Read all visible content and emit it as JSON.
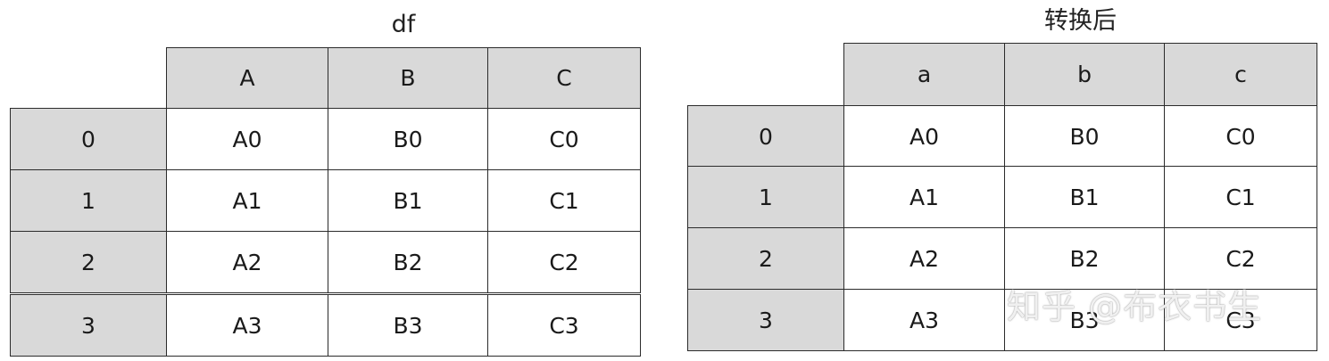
{
  "left_table": {
    "title": "df",
    "columns": [
      "A",
      "B",
      "C"
    ],
    "index": [
      "0",
      "1",
      "2",
      "3"
    ],
    "rows": [
      [
        "A0",
        "B0",
        "C0"
      ],
      [
        "A1",
        "B1",
        "C1"
      ],
      [
        "A2",
        "B2",
        "C2"
      ],
      [
        "A3",
        "B3",
        "C3"
      ]
    ]
  },
  "right_table": {
    "title": "转换后",
    "columns": [
      "a",
      "b",
      "c"
    ],
    "index": [
      "0",
      "1",
      "2",
      "3"
    ],
    "rows": [
      [
        "A0",
        "B0",
        "C0"
      ],
      [
        "A1",
        "B1",
        "C1"
      ],
      [
        "A2",
        "B2",
        "C2"
      ],
      [
        "A3",
        "B3",
        "C3"
      ]
    ]
  },
  "watermark": "知乎 @布衣书生",
  "colors": {
    "header_fill": "#d9d9d9",
    "border": "#2b2b2b",
    "cell_fill": "#ffffff"
  }
}
